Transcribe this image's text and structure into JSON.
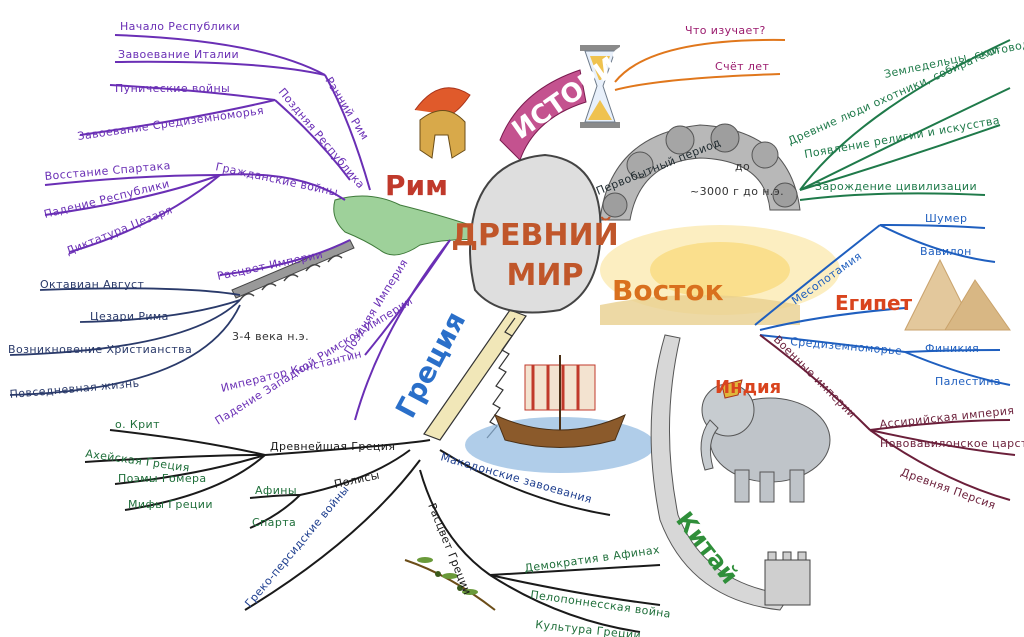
{
  "colors": {
    "rome": "#6a2fb5",
    "rome_title": "#c0392b",
    "greece": "#1a1a1a",
    "greece_title": "#2a6fc9",
    "east": "#1f5fbf",
    "east_title": "#d9701e",
    "history": "#9b1b6e",
    "prehistoric": "#1f7a4a",
    "what_studies": "#e0771c",
    "center_text": "#c0562a",
    "egypt": "#d9441e",
    "india": "#d9441e",
    "china": "#2f8f3a"
  },
  "center": {
    "line1": "ДРЕВНИЙ",
    "line2": "МИР"
  },
  "history": {
    "title": "ИСТОРИЯ",
    "what_studies": "Что изучает?",
    "year_count": "Счёт лет"
  },
  "prehistoric": {
    "title": "Первобытный период",
    "date_note_1": "до",
    "date_note_2": "~3000 г до н.э.",
    "items": [
      "Древние люди охотники, собиратели",
      "Земледельцы, скотоводы",
      "Появление религии и искусства",
      "Зарождение цивилизации"
    ]
  },
  "rome": {
    "title": "Рим",
    "early_rome": "Ранний Рим",
    "early_items": [
      "Начало Республики",
      "Завоевание Италии"
    ],
    "late_republic": "Поздняя Республика",
    "late_republic_items": [
      "Пунические войны",
      "Завоевание Средиземноморья"
    ],
    "civil_wars": "Гражданские войны",
    "civil_war_items": [
      "Восстание Спартака",
      "Падение Республики",
      "Диктатура Цезаря"
    ],
    "empire_rise": "Расцвет Империи",
    "empire_items": [
      "Октавиан Август",
      "Цезари Рима",
      "Возникновение Христианства",
      "Повседневная жизнь"
    ],
    "late_empire": "Поздняя Империя",
    "late_empire_items": [
      "3-4 века н.э.",
      "Император Константин",
      "Падение Западной Римской Империи"
    ]
  },
  "greece": {
    "title": "Греция",
    "ancient": "Древнейшая Греция",
    "ancient_items": [
      "о. Крит",
      "Ахейская Греция",
      "Поэмы Гомера",
      "Мифы Греции"
    ],
    "polis": "Полисы",
    "polis_items": [
      "Афины",
      "Спарта"
    ],
    "persian_wars": "Греко-персидские войны",
    "macedonian": "Македонские завоевания",
    "rise": "Расцвет Греции",
    "rise_items": [
      "Демократия в Афинах",
      "Пелопоннесская война",
      "Культура Греции"
    ]
  },
  "east": {
    "title": "Восток",
    "mesopotamia": "Месопотамия",
    "mesopotamia_items": [
      "Шумер",
      "Вавилон"
    ],
    "egypt": "Египет",
    "mediterranean": "Средиземноморье",
    "mediterranean_items": [
      "Финикия",
      "Палестина"
    ],
    "military": "Военные империи",
    "military_items": [
      "Ассирийская империя",
      "Нововавилонское царство",
      "Древняя Персия"
    ],
    "india": "Индия",
    "china": "Китай"
  }
}
